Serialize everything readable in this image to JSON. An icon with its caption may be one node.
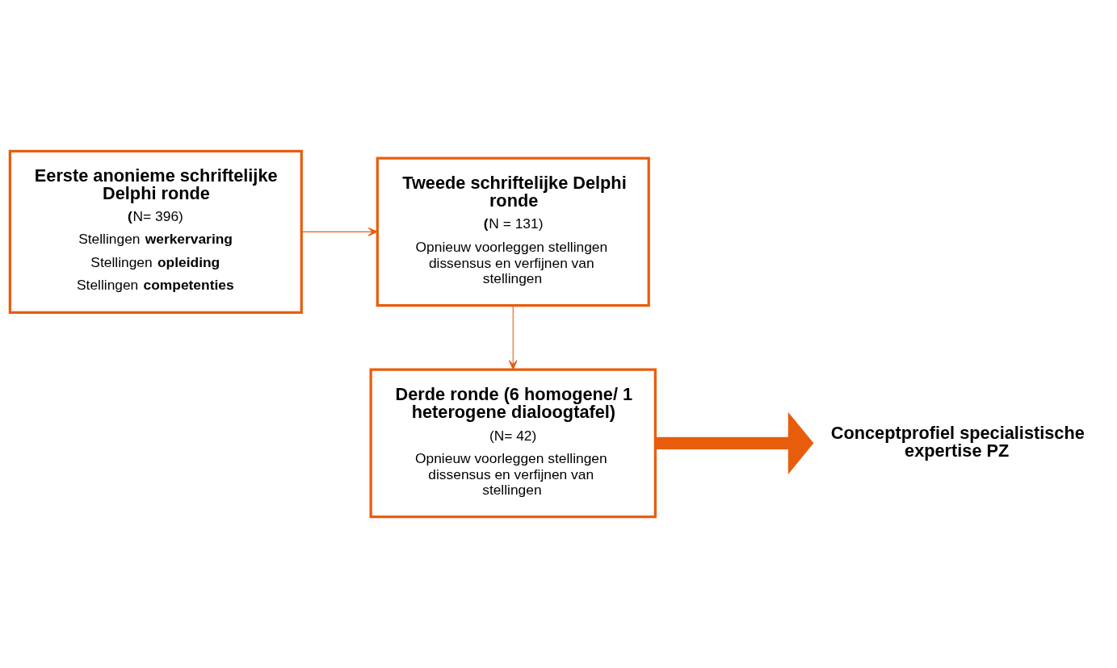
{
  "diagram": {
    "nodes": [
      {
        "text": [
          "Eerste anonieme schriftelijke Delphi ronde",
          "**(**N= 396)",
          "Stellingen **werkervaring**",
          "Stellingen **opleiding**",
          "Stellingen **competenties**"
        ]
      },
      {
        "text": [
          "Tweede schriftelijke Delphi ronde",
          "**(**N = 131)",
          "Opnieuw voorleggen stellingen dissensus en verfijnen van stellingen"
        ]
      },
      {
        "text": [
          "Derde ronde (6 homogene/ 1 heterogene dialoogtafel)",
          "(N= 42)",
          "Opnieuw voorleggen stellingen dissensus en verfijnen van stellingen"
        ]
      },
      {
        "text": [
          "Conceptprofiel specialistische expertise PZ"
        ]
      }
    ],
    "edges": [
      {
        "from": 0,
        "to": 1,
        "arrow": "to"
      },
      {
        "from": 1,
        "to": 2,
        "arrow": "to"
      },
      {
        "from": 2,
        "to": 3,
        "arrow": "to",
        "style": "thick"
      }
    ]
  }
}
